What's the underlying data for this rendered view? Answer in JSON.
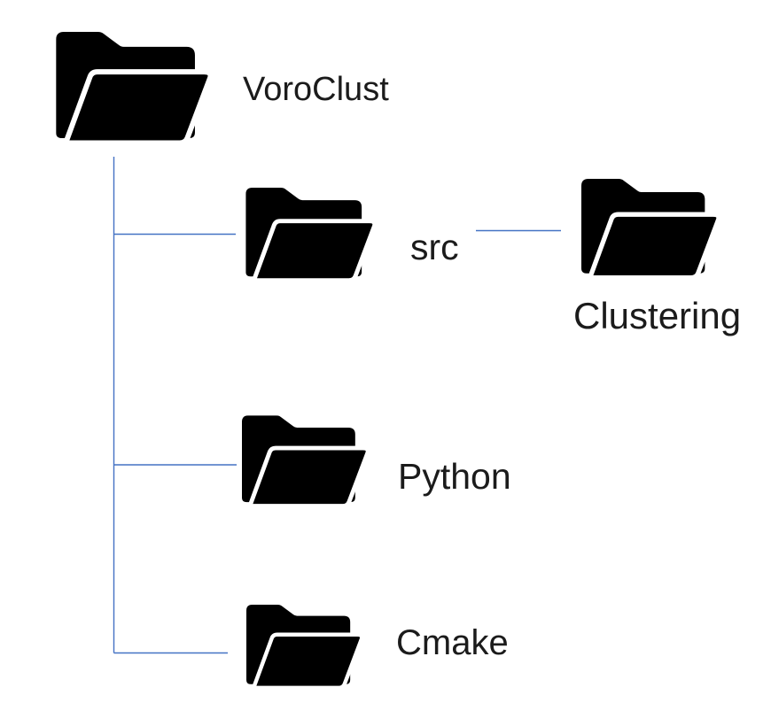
{
  "diagram": {
    "type": "folder-tree",
    "nodes": {
      "voroclust": {
        "label": "VoroClust"
      },
      "src": {
        "label": "src"
      },
      "clustering": {
        "label": "Clustering"
      },
      "python": {
        "label": "Python"
      },
      "cmake": {
        "label": "Cmake"
      }
    },
    "edges": [
      {
        "from": "VoroClust",
        "to": "src"
      },
      {
        "from": "VoroClust",
        "to": "Python"
      },
      {
        "from": "VoroClust",
        "to": "Cmake"
      },
      {
        "from": "src",
        "to": "Clustering"
      }
    ],
    "colors": {
      "connector": "#4472C4",
      "folder": "#000000",
      "text": "#1b1b1b",
      "background": "#ffffff"
    }
  }
}
